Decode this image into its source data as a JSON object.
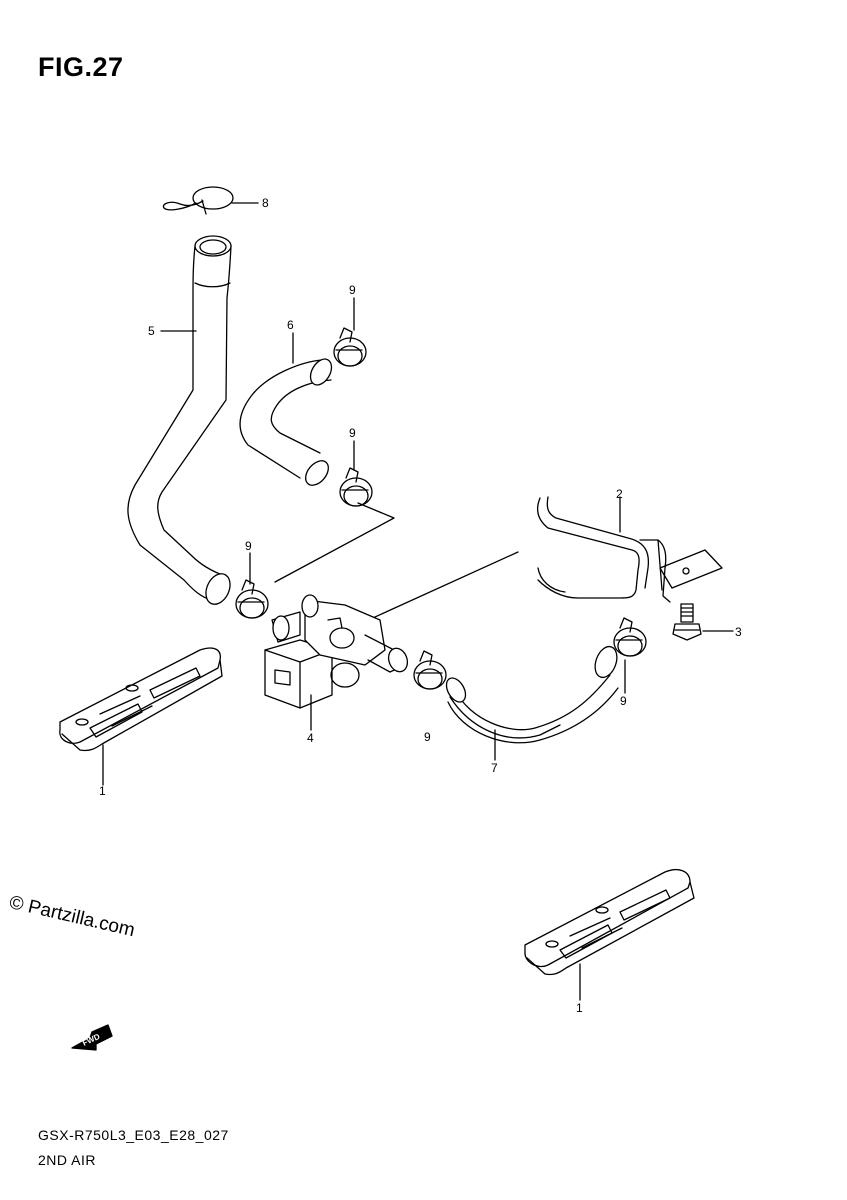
{
  "figure": {
    "title": "FIG.27",
    "code": "GSX-R750L3_E03_E28_027",
    "name": "2ND AIR"
  },
  "callouts": {
    "c8": "8",
    "c5": "5",
    "c6": "6",
    "c9a": "9",
    "c9b": "9",
    "c2": "2",
    "c9c": "9",
    "c3": "3",
    "c4": "4",
    "c9d": "9",
    "c9e": "9",
    "c7": "7",
    "c1a": "1",
    "c1b": "1"
  },
  "watermark": "© Partzilla.com",
  "fwd_label": "FWD",
  "line_color": "#000000"
}
